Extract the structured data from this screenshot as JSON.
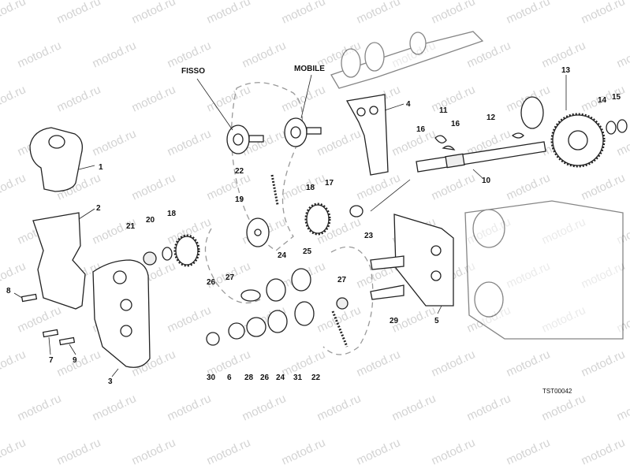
{
  "figure": {
    "code": "TST00042",
    "captions": {
      "fixed": "FISSO",
      "mobile": "MOBILE"
    },
    "watermark": "motod.ru",
    "callouts": [
      "1",
      "2",
      "3",
      "4",
      "5",
      "6",
      "7",
      "8",
      "9",
      "10",
      "11",
      "12",
      "13",
      "14",
      "15",
      "16",
      "16",
      "17",
      "18",
      "18",
      "19",
      "20",
      "21",
      "22",
      "22",
      "23",
      "24",
      "24",
      "25",
      "26",
      "26",
      "27",
      "27",
      "28",
      "29",
      "30",
      "31"
    ]
  }
}
